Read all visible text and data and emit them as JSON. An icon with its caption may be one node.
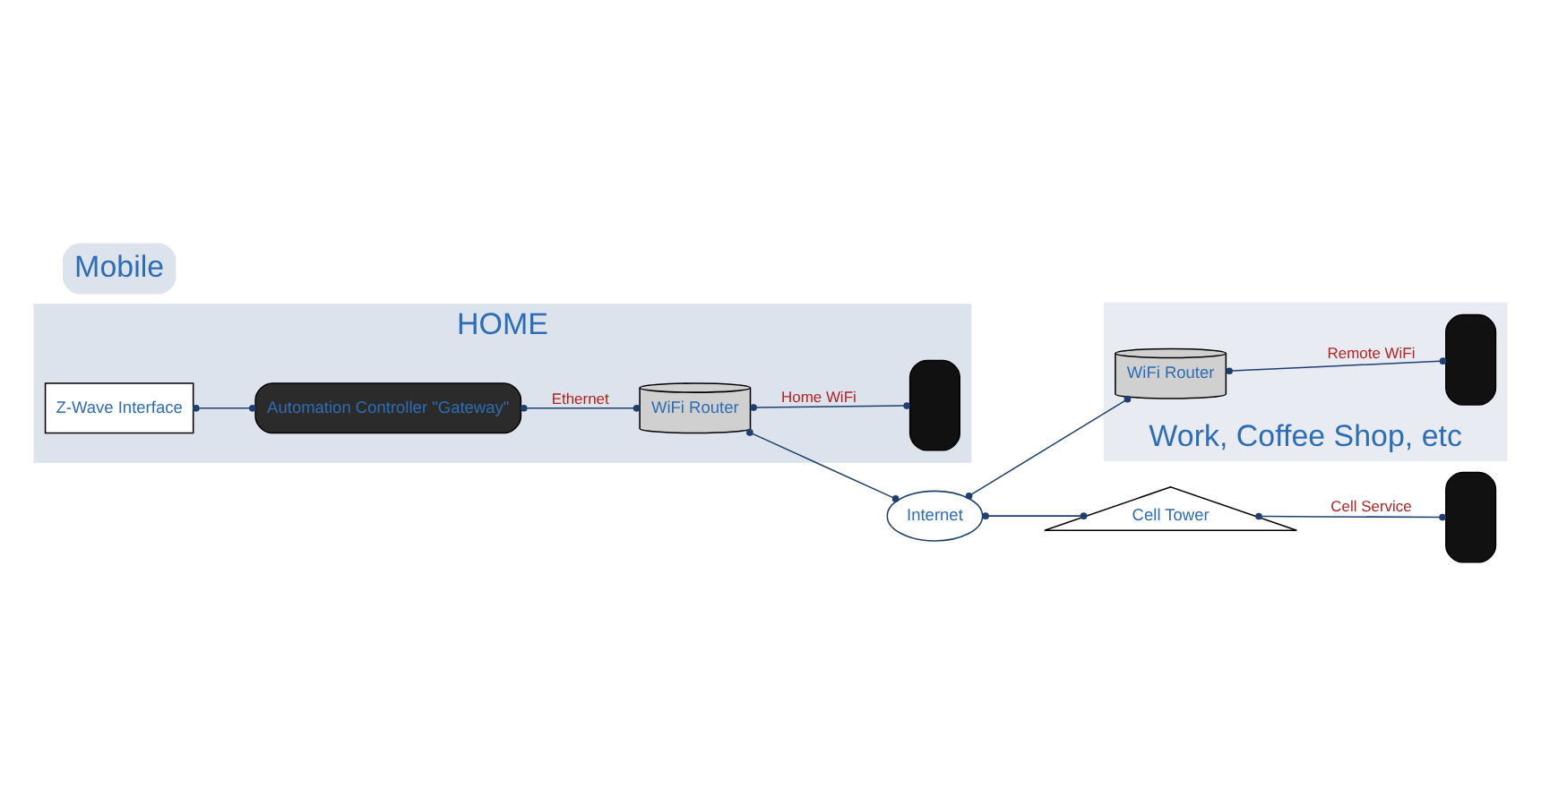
{
  "diagram": {
    "nodes": [
      {
        "text": [
          "HOME"
        ]
      },
      {
        "text": [
          "Automation Controller \"Gateway\""
        ],
        "in": 0
      },
      {
        "text": [
          "Z-Wave Interface"
        ],
        "in": 0
      },
      {
        "text": [
          "WiFi Router"
        ],
        "in": 0
      },
      {
        "text": [],
        "shape": "box",
        "in": 0
      },
      {
        "text": [
          "Internet"
        ]
      },
      {
        "text": [
          "Work, Coffee Shop, etc"
        ]
      },
      {
        "text": [
          "WiFi Router"
        ],
        "in": 6
      },
      {
        "text": [],
        "shape": "box",
        "in": 6
      },
      {
        "text": [
          "Cell Tower"
        ]
      },
      {
        "text": [
          "Mobile"
        ]
      },
      {
        "text": [],
        "shape": "box"
      }
    ],
    "edges": [
      {
        "from": 2,
        "to": 1,
        "arrow": "other"
      },
      {
        "from": 1,
        "to": 3,
        "arrow": "other",
        "label": "Ethernet"
      },
      {
        "from": 3,
        "to": 4,
        "arrow": "other",
        "label": "Home WiFi"
      },
      {
        "from": 3,
        "to": 5,
        "arrow": "other"
      },
      {
        "from": 5,
        "to": 7,
        "arrow": "other"
      },
      {
        "from": 7,
        "to": 8,
        "arrow": "other",
        "label": "Remote WiFi"
      },
      {
        "from": 5,
        "to": 9,
        "arrow": "other"
      },
      {
        "from": 9,
        "to": 11,
        "arrow": "other",
        "label": "Cell Service"
      }
    ]
  }
}
